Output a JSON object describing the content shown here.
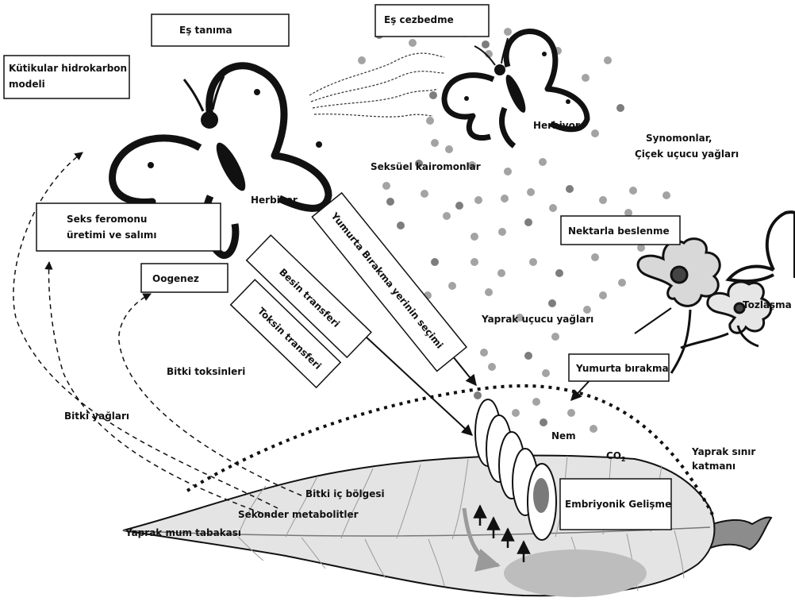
{
  "boxes": {
    "es_tanima": "Eş tanıma",
    "es_cezbedme": "Eş cezbedme",
    "kutikular_1": "Kütikular hidrokarbon",
    "kutikular_2": "modeli",
    "seks_1": "Seks feromonu",
    "seks_2": "üretimi ve salımı",
    "oogenez": "Oogenez",
    "nektar": "Nektarla beslenme",
    "yumurta_birakma": "Yumurta bırakma",
    "embriyonik": "Embriyonik Gelişme",
    "secim": "Yumurta Bırakma yerinin seçimi",
    "besin": "Besin transferi",
    "toksin": "Toksin transferi"
  },
  "labels": {
    "herbivor_left": "Herbivor",
    "herbivor_right": "Herbivor",
    "synomon_1": "Synomonlar,",
    "synomon_2": "Çiçek uçucu yağları",
    "kairomon": "Seksüel kairomonlar",
    "yaprak_ucucu": "Yaprak uçucu yağları",
    "tozlasma": "Tozlaşma",
    "bitki_toksin": "Bitki toksinleri",
    "bitki_yag": "Bitki yağları",
    "nem": "Nem",
    "co2": "CO",
    "co2_sub": "2",
    "sinir_1": "Yaprak sınır",
    "sinir_2": "katmanı",
    "ic_bolge": "Bitki iç bölgesi",
    "sekonder": "Sekonder metabolitler",
    "mum": "Yaprak mum tabakası"
  },
  "colors": {
    "ink": "#111111",
    "leaf_fill": "#e4e4e4",
    "gut": "#bdbdbd",
    "embryo": "#7a7a7a",
    "stem": "#8c8c8c",
    "volatile_light": "#a3a3a3",
    "volatile_dark": "#7d7d7d"
  }
}
